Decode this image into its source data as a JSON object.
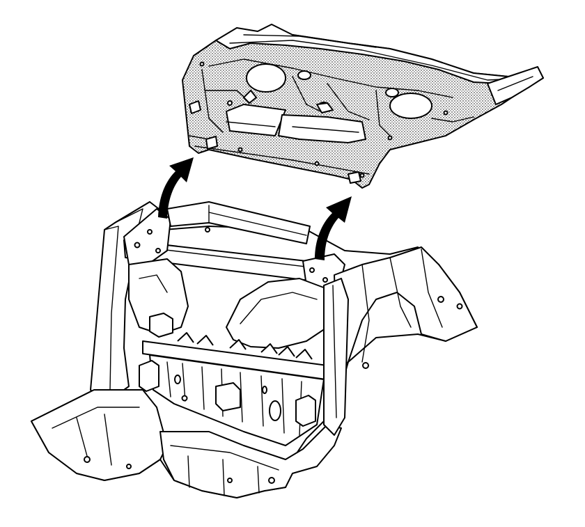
{
  "diagram": {
    "labels": [],
    "colors": {
      "line": "#000000",
      "background": "#ffffff",
      "stipple": "#000000"
    },
    "parts": [
      {
        "name": "rear-window-panel",
        "shading": "stippled"
      },
      {
        "name": "rear-body-structure",
        "shading": "none"
      },
      {
        "name": "removal-arrow-left",
        "direction": "up"
      },
      {
        "name": "removal-arrow-right",
        "direction": "up"
      }
    ]
  }
}
